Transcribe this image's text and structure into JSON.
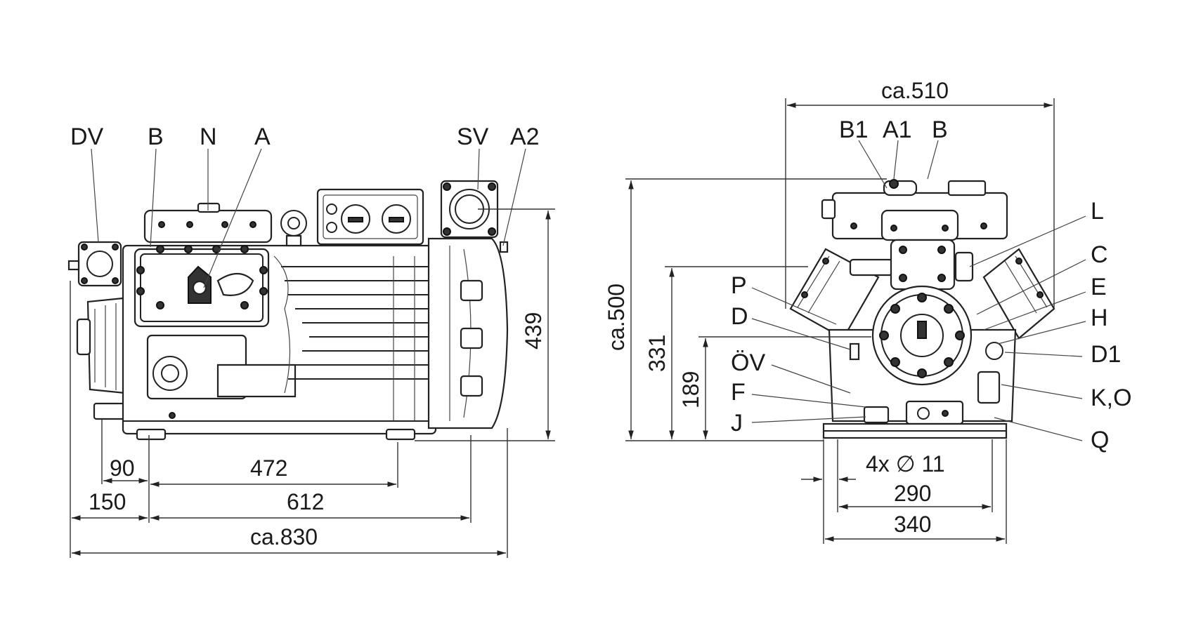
{
  "side_view": {
    "labels": [
      "DV",
      "B",
      "N",
      "A",
      "SV",
      "A2"
    ],
    "dimensions": {
      "d90": "90",
      "d150": "150",
      "d472": "472",
      "d612": "612",
      "d830": "ca.830",
      "d439": "439"
    }
  },
  "front_view": {
    "top_labels": [
      "B1",
      "A1",
      "B"
    ],
    "left_labels": [
      "P",
      "D",
      "ÖV",
      "F",
      "J"
    ],
    "right_labels": [
      "L",
      "C",
      "E",
      "H",
      "D1",
      "K,O",
      "Q"
    ],
    "dimensions": {
      "d510": "ca.510",
      "d500": "ca.500",
      "d331": "331",
      "d189": "189",
      "holes": "4x ∅ 11",
      "d290": "290",
      "d340": "340"
    }
  }
}
